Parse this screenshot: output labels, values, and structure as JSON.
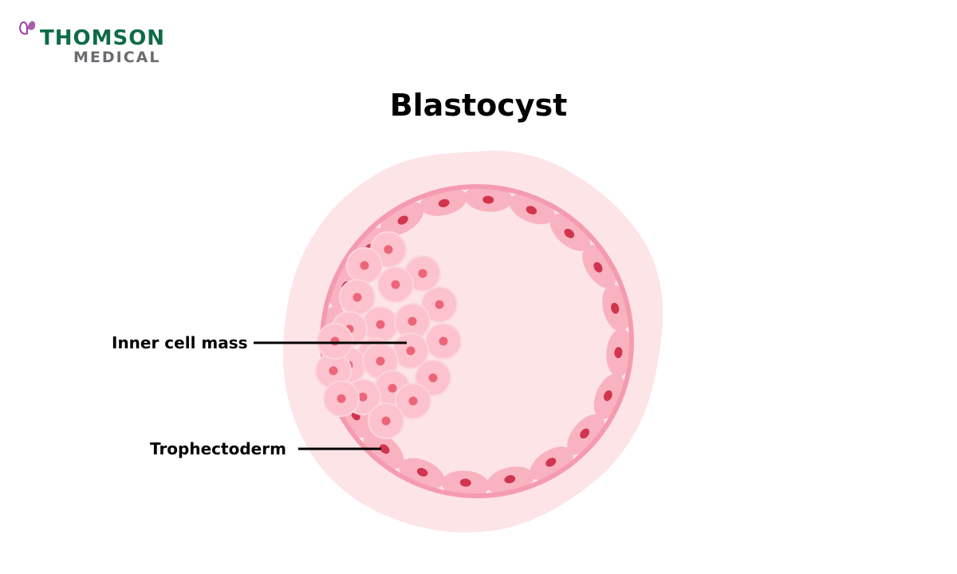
{
  "brand": {
    "name_line1": "THOMSON",
    "name_line2": "MEDICAL",
    "logo_icon": "butterfly-icon",
    "colors": {
      "primary": "#0f6b45",
      "secondary": "#6b6c70",
      "accent": "#9b3fa0"
    }
  },
  "diagram": {
    "title": "Blastocyst",
    "labels": {
      "inner_cell_mass": "Inner cell mass",
      "trophectoderm": "Trophectoderm"
    },
    "colors": {
      "outer_glow": "#fde4e7",
      "ring": "#f59bb0",
      "cell_fill": "#f9b3c0",
      "icm_cell_fill": "#fcc2cd",
      "nucleus": "#d1354d",
      "icm_nucleus": "#ec6578"
    }
  }
}
